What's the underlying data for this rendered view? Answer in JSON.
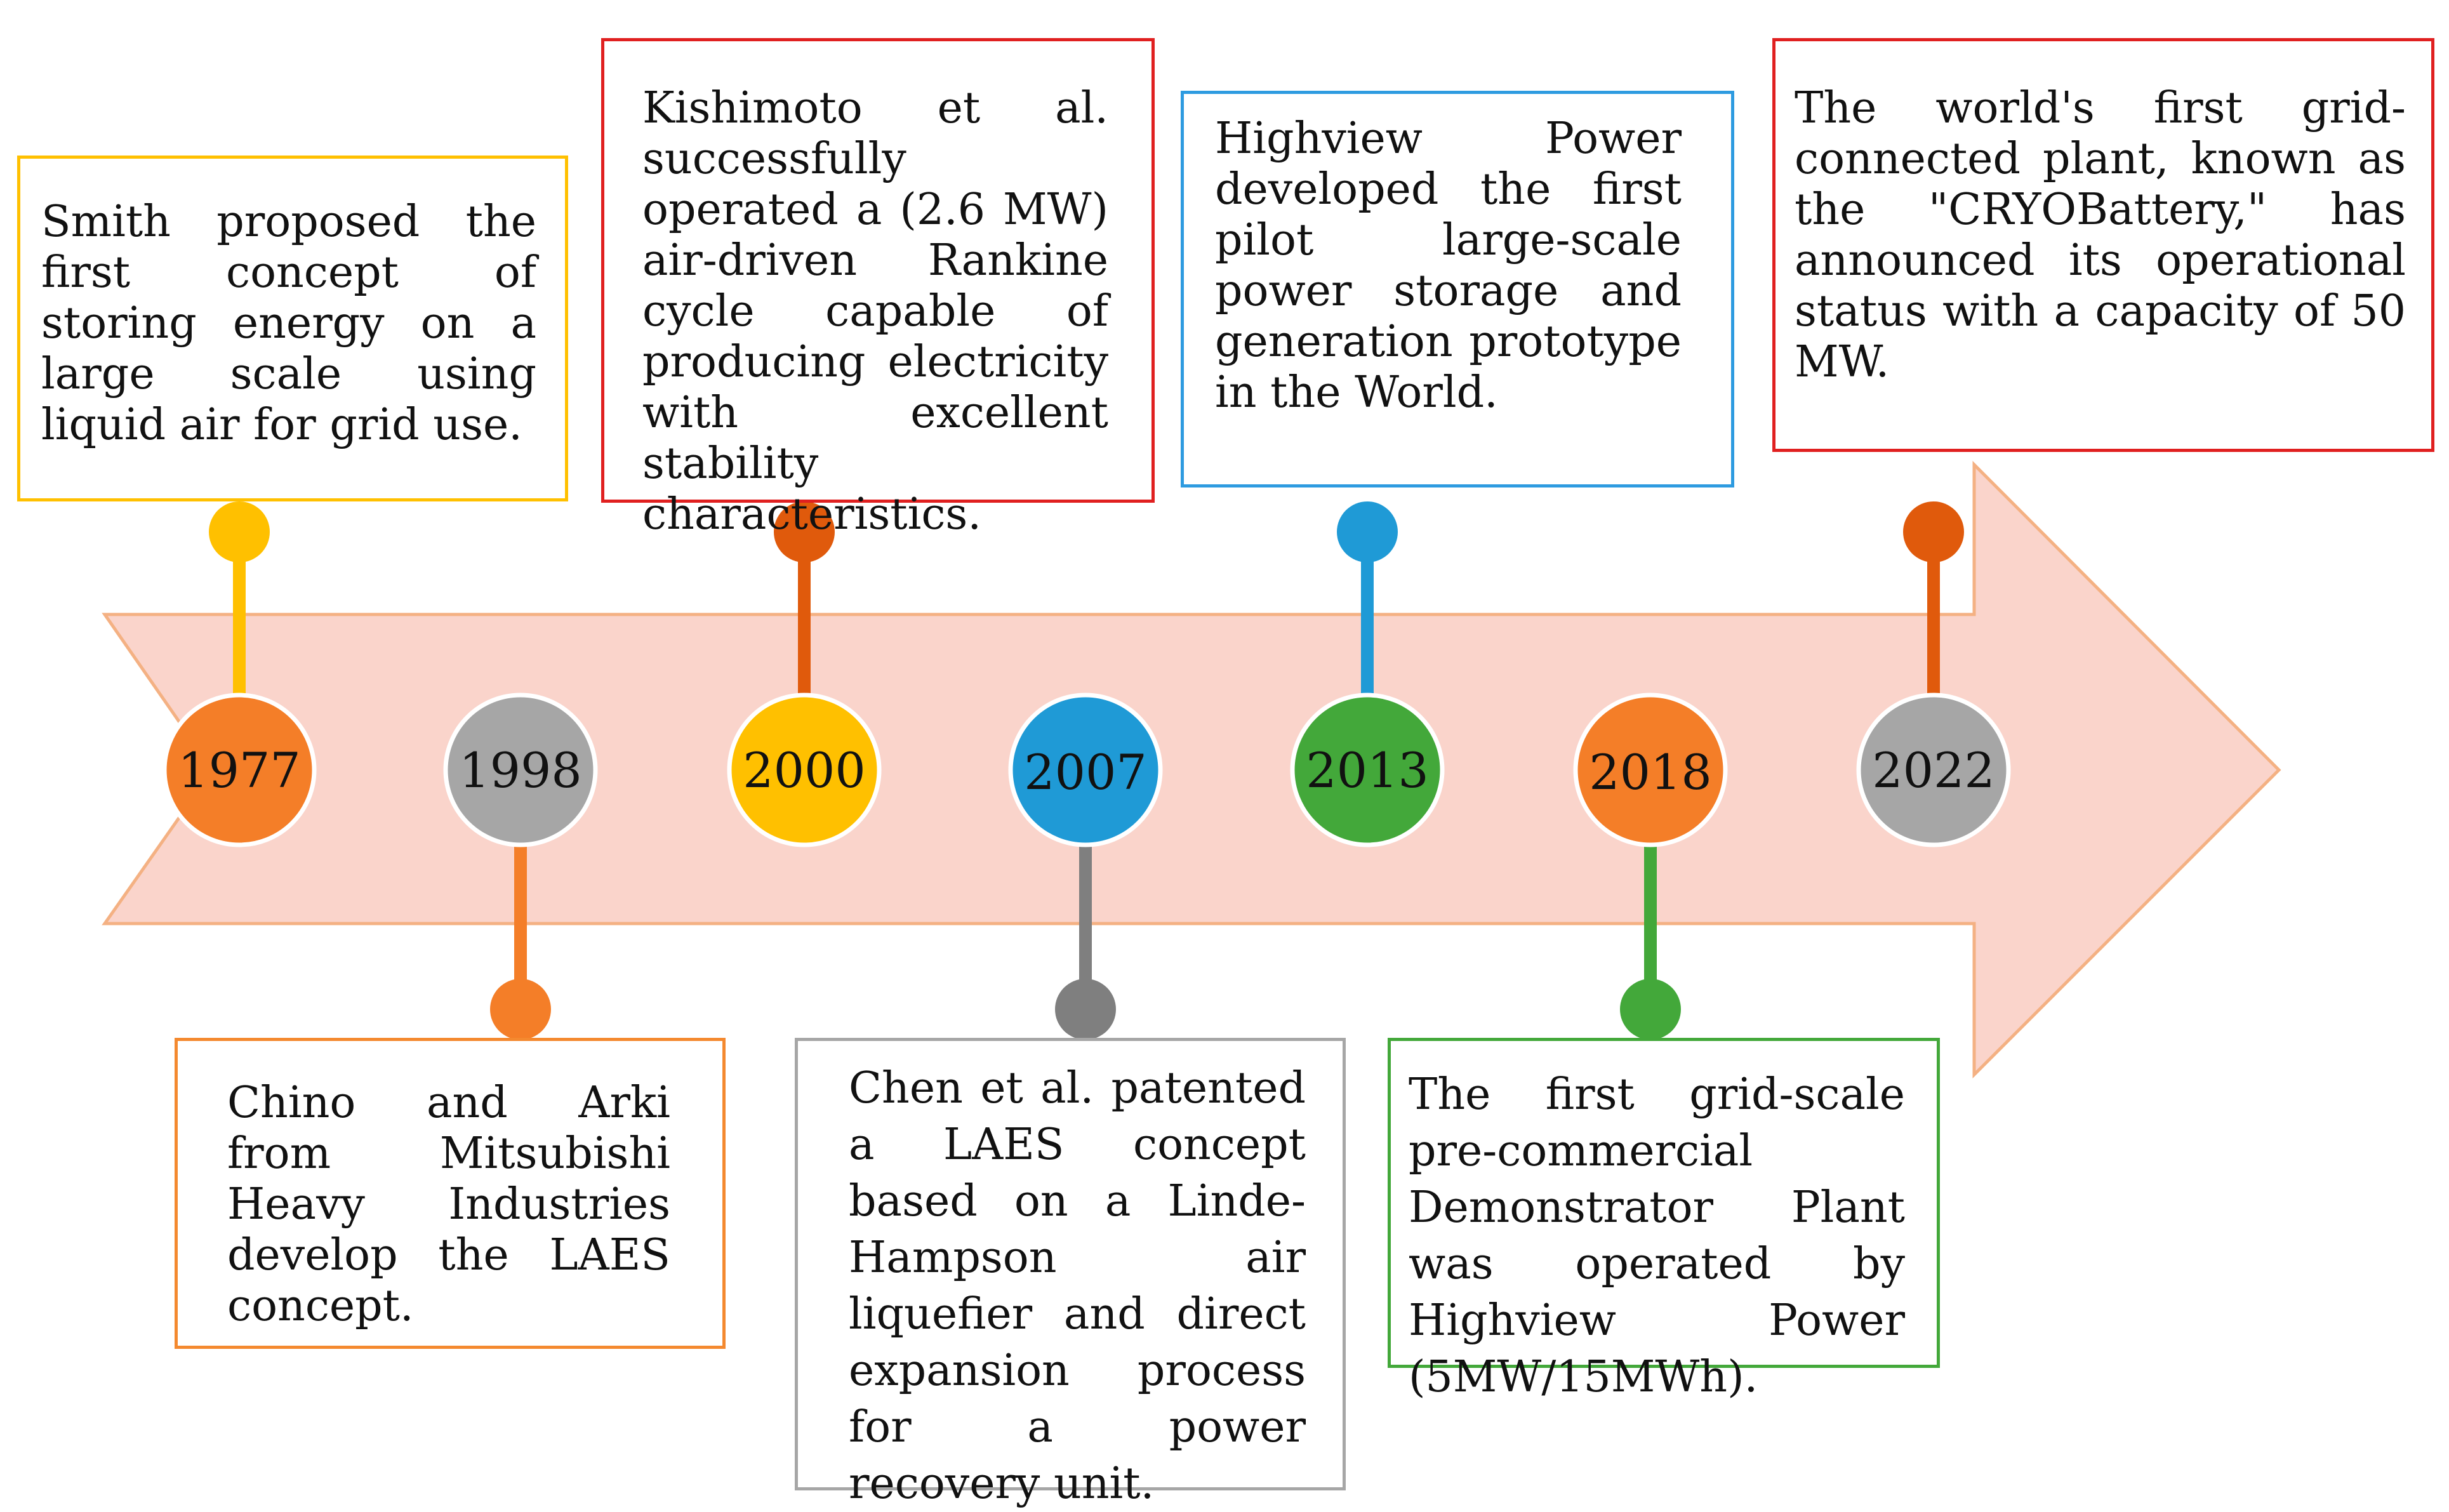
{
  "colors": {
    "arrow_fill": "#FAD4CB",
    "arrow_stroke": "#F4B183",
    "orange": "#F47E28",
    "gray": "#A6A6A6",
    "yellow": "#FFC000",
    "blue": "#1F9AD6",
    "green": "#43A83A",
    "dark_orange": "#E05A0C",
    "dark_gray": "#7F7F7F",
    "red": "#E02020",
    "box_yellow": "#FFC000",
    "box_orange": "#F4892F",
    "box_red": "#E02020",
    "box_gray": "#A6A6A6",
    "box_blue": "#2E9BE0",
    "box_green": "#43A83A"
  },
  "years": [
    {
      "label": "1977",
      "circle_color": "#F47E28"
    },
    {
      "label": "1998",
      "circle_color": "#A6A6A6"
    },
    {
      "label": "2000",
      "circle_color": "#FFC000"
    },
    {
      "label": "2007",
      "circle_color": "#1F9AD6"
    },
    {
      "label": "2013",
      "circle_color": "#43A83A"
    },
    {
      "label": "2018",
      "circle_color": "#F47E28"
    },
    {
      "label": "2022",
      "circle_color": "#A6A6A6"
    }
  ],
  "connectors": [
    {
      "year": "1977",
      "direction": "up",
      "color": "#FFC000"
    },
    {
      "year": "1998",
      "direction": "down",
      "color": "#F47E28"
    },
    {
      "year": "2000",
      "direction": "up",
      "color": "#E05A0C"
    },
    {
      "year": "2007",
      "direction": "down",
      "color": "#7F7F7F"
    },
    {
      "year": "2013",
      "direction": "up",
      "color": "#1F9AD6"
    },
    {
      "year": "2018",
      "direction": "down",
      "color": "#43A83A"
    },
    {
      "year": "2022",
      "direction": "up",
      "color": "#E05A0C"
    }
  ],
  "events": {
    "e1977": "Smith proposed the first concept of storing energy on a large scale using liquid air for grid use.",
    "e1998": "Chino and Arki from Mitsubishi Heavy Industries develop the LAES concept.",
    "e2000": "Kishimoto et al. successfully operated a (2.6 MW) air-driven Rankine cycle capable of producing electricity with excellent stability characteristics.",
    "e2007": "Chen et al. patented a LAES concept based on a Linde-Hampson air liquefier and direct expansion process for a power recovery unit.",
    "e2013": "Highview Power developed the first pilot large-scale power storage and generation prototype in the World.",
    "e2018": "The first grid-scale pre-commercial Demonstrator Plant was operated by Highview Power (5MW/15MWh).",
    "e2022": "The world's first grid-connected plant, known as the \"CRYOBattery,\" has announced its operational status with a capacity of 50 MW."
  }
}
